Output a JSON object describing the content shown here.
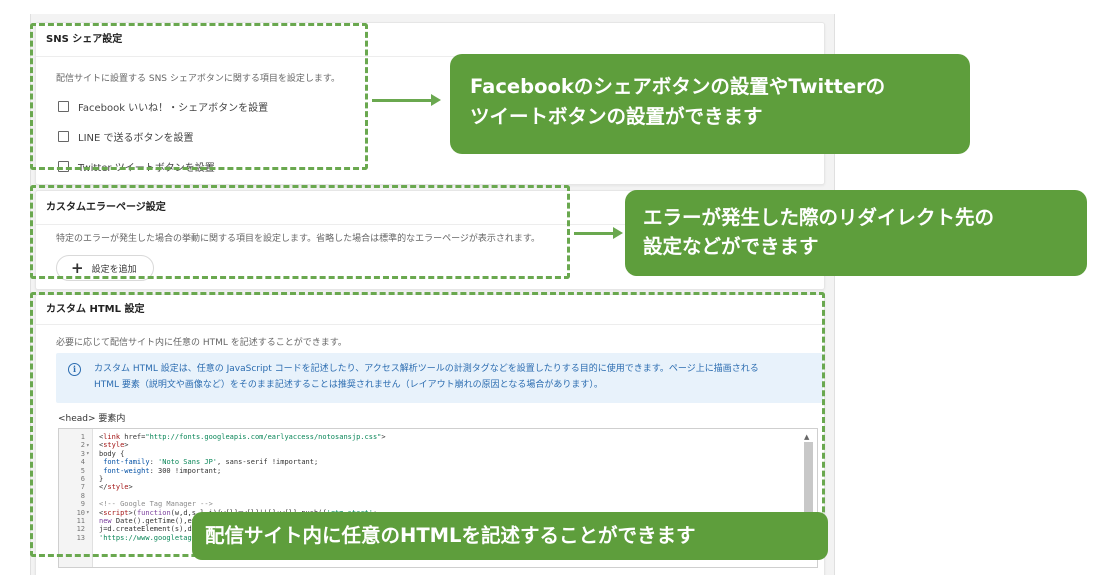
{
  "sns": {
    "title": "SNS シェア設定",
    "description": "配信サイトに設置する SNS シェアボタンに関する項目を設定します。",
    "options": [
      {
        "label": "Facebook いいね！・シェアボタンを設置",
        "checked": false
      },
      {
        "label": "LINE で送るボタンを設置",
        "checked": false
      },
      {
        "label": "Twitter ツイートボタンを設置",
        "checked": false
      }
    ]
  },
  "error_page": {
    "title": "カスタムエラーページ設定",
    "description": "特定のエラーが発生した場合の挙動に関する項目を設定します。省略した場合は標準的なエラーページが表示されます。",
    "add_button": "設定を追加"
  },
  "custom_html": {
    "title": "カスタム HTML 設定",
    "description": "必要に応じて配信サイト内に任意の HTML を記述することができます。",
    "info_line1": "カスタム HTML 設定は、任意の JavaScript コードを記述したり、アクセス解析ツールの計測タグなどを設置したりする目的に使用できます。ページ上に描画される",
    "info_line2": "HTML 要素（説明文や画像など）をそのまま記述することは推奨されません（レイアウト崩れの原因となる場合があります）。",
    "head_label": "<head> 要素内",
    "code_lines": [
      {
        "n": "1",
        "fold": "",
        "text": "<link href=\"http://fonts.googleapis.com/earlyaccess/notosansjp.css\">"
      },
      {
        "n": "2",
        "fold": "▾",
        "text": "<style>"
      },
      {
        "n": "3",
        "fold": "▾",
        "text": "body {"
      },
      {
        "n": "4",
        "fold": "",
        "text": " font-family: 'Noto Sans JP', sans-serif !important;"
      },
      {
        "n": "5",
        "fold": "",
        "text": " font-weight: 300 !important;"
      },
      {
        "n": "6",
        "fold": "",
        "text": "}"
      },
      {
        "n": "7",
        "fold": "",
        "text": "</style>"
      },
      {
        "n": "8",
        "fold": "",
        "text": ""
      },
      {
        "n": "9",
        "fold": "",
        "text": "<!-- Google Tag Manager -->"
      },
      {
        "n": "10",
        "fold": "▾",
        "text": "<script>(function(w,d,s,l,i){w[l]=w[l]||[];w[l].push({'gtm.start':"
      },
      {
        "n": "11",
        "fold": "",
        "text": "new Date().getTime(),event:'gtm.js'});var f=d.getElementsByTagName(s)[0],"
      },
      {
        "n": "12",
        "fold": "",
        "text": "j=d.createElement(s),dl=l!='dataLayer'?'&l='+l:'';j.async=true;j.src="
      },
      {
        "n": "13",
        "fold": "",
        "text": "'https://www.googletagmanager.com/gtm.js?id='+i+dl;f.parentNode.insertBefore(j,f);"
      }
    ]
  },
  "callouts": {
    "sns_line1": "Facebookのシェアボタンの設置やTwitterの",
    "sns_line2": "ツイートボタンの設置ができます",
    "error_line1": "エラーが発生した際のリダイレクト先の",
    "error_line2": "設定などができます",
    "html_line1": "配信サイト内に任意のHTMLを記述することができます"
  },
  "colors": {
    "annotation_green": "#5e9e3c",
    "dash_green": "#6aa84f",
    "info_blue": "#2b6cb0"
  },
  "icons": {
    "checkbox": "checkbox-icon",
    "add": "plus-icon",
    "info": "info-icon"
  }
}
